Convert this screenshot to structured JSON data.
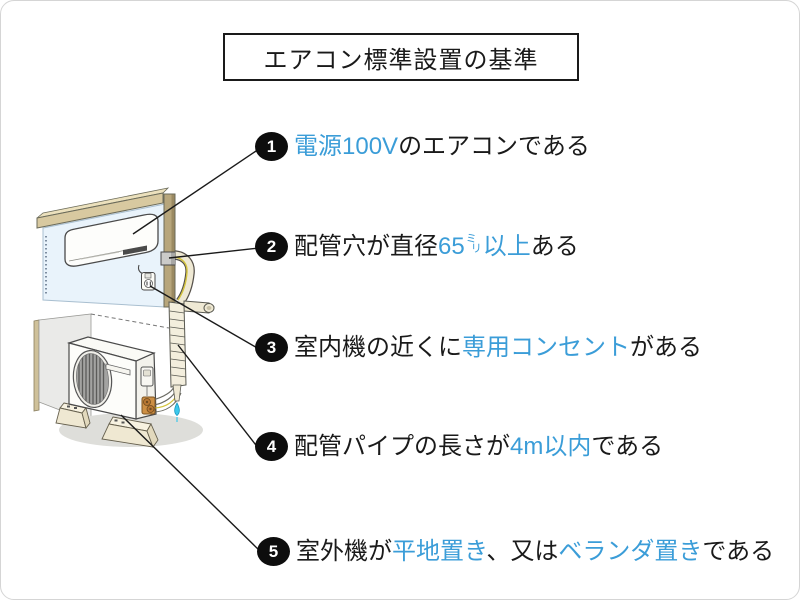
{
  "colors": {
    "accent": "#3b9dd8",
    "text": "#1a1a1a",
    "wall_blue": "#e9f3fb",
    "wood_rail": "#d8c9a0",
    "wood_post": "#b7a67c",
    "drain_drop": "#3cc8ec"
  },
  "title": {
    "label": "エアコン標準設置の基準"
  },
  "items": [
    {
      "num": "1",
      "segments": [
        {
          "t": "電源100V",
          "c": "accent"
        },
        {
          "t": "のエアコンである",
          "c": "text"
        }
      ]
    },
    {
      "num": "2",
      "segments": [
        {
          "t": "配管穴が直径",
          "c": "text"
        },
        {
          "t": "65",
          "c": "accent"
        },
        {
          "t": "ミリ",
          "c": "accent",
          "stack": true
        },
        {
          "t": "以上",
          "c": "accent"
        },
        {
          "t": "ある",
          "c": "text"
        }
      ]
    },
    {
      "num": "3",
      "segments": [
        {
          "t": "室内機の近くに",
          "c": "text"
        },
        {
          "t": "専用コンセント",
          "c": "accent"
        },
        {
          "t": "がある",
          "c": "text"
        }
      ]
    },
    {
      "num": "4",
      "segments": [
        {
          "t": "配管パイプの長さが",
          "c": "text"
        },
        {
          "t": "4m以内",
          "c": "accent"
        },
        {
          "t": "である",
          "c": "text"
        }
      ]
    },
    {
      "num": "5",
      "segments": [
        {
          "t": "室外機が",
          "c": "text"
        },
        {
          "t": "平地置き",
          "c": "accent"
        },
        {
          "t": "、又は",
          "c": "text"
        },
        {
          "t": "ベランダ置き",
          "c": "accent"
        },
        {
          "t": "である",
          "c": "text"
        }
      ]
    }
  ]
}
